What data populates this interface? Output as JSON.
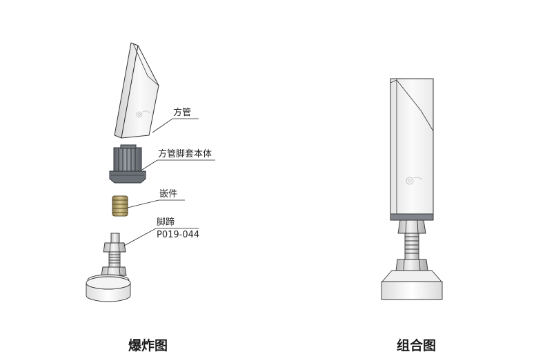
{
  "callouts": {
    "square_tube": "方管",
    "tube_foot_cover": "方管脚套本体",
    "insert": "嵌件",
    "foot": "脚蹄",
    "foot_part_no": "P019-044"
  },
  "captions": {
    "exploded": "爆炸图",
    "assembled": "组合图"
  }
}
